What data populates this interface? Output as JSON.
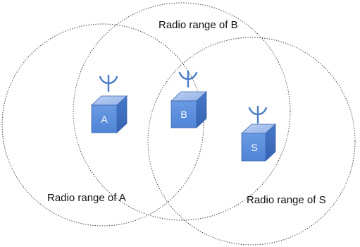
{
  "ranges": {
    "a": "Radio range of A",
    "b": "Radio range of B",
    "s": "Radio range of S"
  },
  "nodes": {
    "a": "A",
    "b": "B",
    "s": "S"
  },
  "colors": {
    "node_front": "#5b8fde",
    "node_top": "#a9c3ef",
    "node_side": "#3f6fc0",
    "node_edge": "#3a64ad",
    "antenna": "#4a7cc8",
    "circle_stroke": "#3a3a3a"
  },
  "icons": {
    "node": "radio-node-cube-icon",
    "antenna": "antenna-icon"
  }
}
